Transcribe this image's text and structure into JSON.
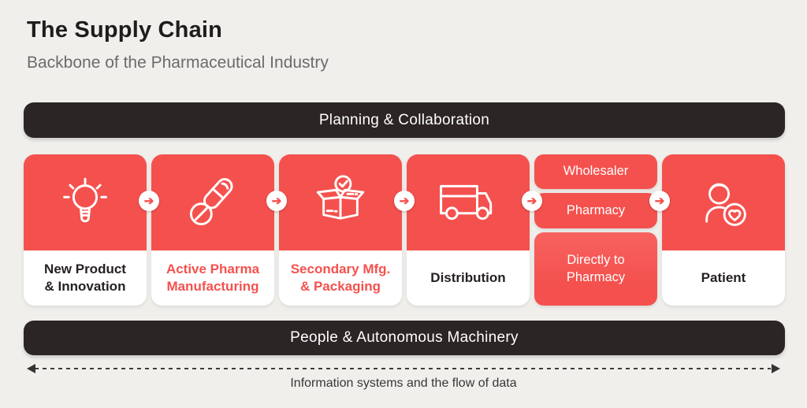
{
  "header": {
    "title": "The Supply Chain",
    "subtitle": "Backbone of the Pharmaceutical Industry"
  },
  "bars": {
    "top": "Planning & Collaboration",
    "bottom": "People & Autonomous Machinery"
  },
  "stages": [
    {
      "label": "New Product\n& Innovation",
      "icon": "lightbulb-icon",
      "label_style": "dark"
    },
    {
      "label": "Active Pharma\nManufacturing",
      "icon": "pills-icon",
      "label_style": "red"
    },
    {
      "label": "Secondary Mfg.\n& Packaging",
      "icon": "box-check-icon",
      "label_style": "red"
    },
    {
      "label": "Distribution",
      "icon": "truck-icon",
      "label_style": "dark"
    },
    {
      "channels": [
        "Wholesaler",
        "Pharmacy",
        "Directly to\nPharmacy"
      ]
    },
    {
      "label": "Patient",
      "icon": "patient-icon",
      "label_style": "dark"
    }
  ],
  "flow": {
    "arrow_glyph": "➔",
    "caption": "Information systems and the flow of data"
  },
  "colors": {
    "accent_red": "#F4514E",
    "accent_red_light": "#F7625F",
    "bar_dark": "#2B2525",
    "background": "#F0EFEC",
    "text_dark": "#262121",
    "text_gray": "#6F6A6A"
  }
}
